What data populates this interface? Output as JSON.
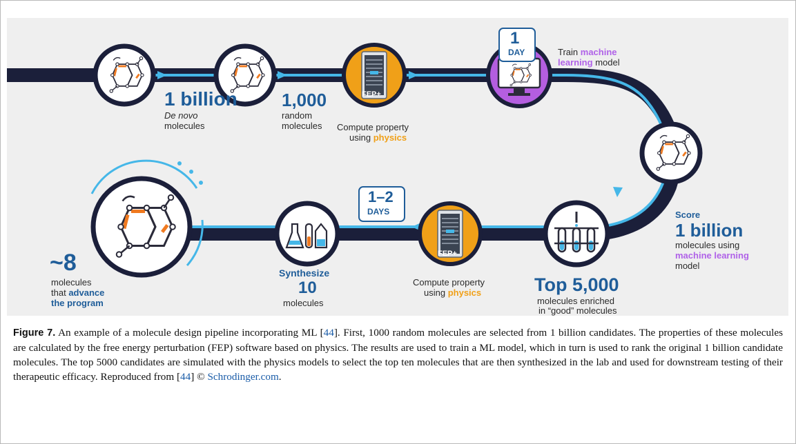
{
  "figure": {
    "nodes": {
      "billion_number": "1 billion",
      "billion_italic": "De novo",
      "billion_text": "molecules",
      "thousand_number": "1,000",
      "thousand_line1": "random",
      "thousand_line2": "molecules",
      "fep_label": "FEP+",
      "compute_line1": "Compute property",
      "compute_using": "using",
      "compute_physics": "physics",
      "day_number": "1",
      "day_unit": "DAY",
      "train_word": "Train",
      "train_ml1": "machine",
      "train_ml2": "learning",
      "train_model": "model",
      "score_word": "Score",
      "score_number": "1 billion",
      "score_line1": "molecules using",
      "score_ml": "machine learning",
      "score_model": "model",
      "top_number": "Top 5,000",
      "top_line1": "molecules enriched",
      "top_line2": "in “good” molecules",
      "days_number": "1–2",
      "days_unit": "DAYS",
      "synth_word": "Synthesize",
      "synth_number": "10",
      "synth_text": "molecules",
      "final_number": "~8",
      "final_line1": "molecules",
      "final_that": "that",
      "final_advance1": "advance",
      "final_advance2": "the program"
    },
    "colors": {
      "track": "#1b1f3a",
      "arrow": "#45b7e8",
      "blue_text": "#1f5d99",
      "orange": "#f0a018",
      "purple": "#b062e8"
    }
  },
  "caption": {
    "label": "Figure 7.",
    "text_part1": " An example of a molecule design pipeline incorporating ML [",
    "ref1": "44",
    "text_part2": "]. First, 1000 random molecules are selected from 1 billion candidates. The properties of these molecules are calculated by the free energy perturbation (FEP) software based on physics. The results are used to train a ML model, which in turn is used to rank the original 1 billion candidate molecules. The top 5000 candidates are simulated with the physics models to select the top ten molecules that are then synthesized in the lab and used for downstream testing of their therapeutic efficacy. Reproduced from [",
    "ref2": "44",
    "text_part3": "] © ",
    "link": "Schrodinger.com",
    "text_part4": "."
  }
}
